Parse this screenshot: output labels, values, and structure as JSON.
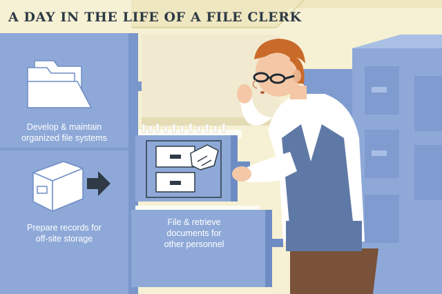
{
  "title": "A DAY IN THE LIFE OF A FILE CLERK",
  "tasks": [
    {
      "icon": "folders-icon",
      "text_lines": [
        "Develop & maintain",
        "organized file systems"
      ]
    },
    {
      "icon": "box-arrow-icon",
      "text_lines": [
        "Prepare records for",
        "off-site storage"
      ]
    },
    {
      "icon": "file-drawer-hand-icon",
      "text_lines": [
        "File & retrieve",
        "documents for",
        "other personnel"
      ]
    }
  ],
  "colors": {
    "background": "#f6f1d4",
    "cabinet_blue": "#8ea9d8",
    "cabinet_dark": "#6e8cc4",
    "title_text": "#2e3a45",
    "hair": "#c96a2b",
    "vest": "#5f79a6"
  }
}
